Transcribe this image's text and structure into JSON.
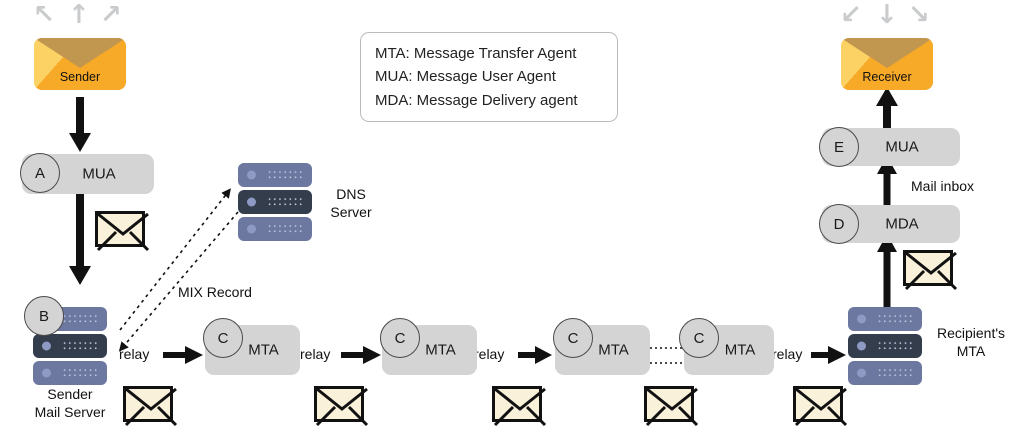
{
  "diagram": {
    "title": "Email delivery flow (MUA / MTA / MDA)",
    "colors": {
      "agent_box": "#d4d4d4",
      "server_light": "#6d78a0",
      "server_dark": "#343d4c",
      "envelope_orange": "#f7a928",
      "envelope_yellow": "#fcd265",
      "envelope_flap": "#c1964f",
      "small_envelope_fill": "#f9f1da",
      "arrow_black": "#111111",
      "mini_arrow_gray": "#c9cbcd"
    }
  },
  "legend": {
    "lines": [
      "MTA: Message Transfer Agent",
      "MUA: Message User Agent",
      "MDA: Message Delivery agent"
    ]
  },
  "sender": {
    "envelope_label": "Sender",
    "mua": {
      "badge": "A",
      "label": "MUA"
    },
    "mail_server": {
      "badge": "B",
      "label_line1": "Sender",
      "label_line2": "Mail Server"
    }
  },
  "dns": {
    "label_line1": "DNS",
    "label_line2": "Server",
    "record_label": "MIX Record"
  },
  "relays": {
    "label": "relay",
    "count": 5
  },
  "mta_chain": [
    {
      "badge": "C",
      "label": "MTA"
    },
    {
      "badge": "C",
      "label": "MTA"
    },
    {
      "badge": "C",
      "label": "MTA"
    },
    {
      "badge": "C",
      "label": "MTA"
    }
  ],
  "recipient": {
    "mta_label_line1": "Recipient's",
    "mta_label_line2": "MTA",
    "mda": {
      "badge": "D",
      "label": "MDA"
    },
    "mua": {
      "badge": "E",
      "label": "MUA"
    },
    "inbox_label": "Mail inbox",
    "envelope_label": "Receiver"
  },
  "icons": {
    "sender_arrows": [
      "arrow-up-left-icon",
      "arrow-up-icon",
      "arrow-up-right-icon"
    ],
    "receiver_arrows": [
      "arrow-down-left-icon",
      "arrow-down-icon",
      "arrow-down-right-icon"
    ]
  }
}
